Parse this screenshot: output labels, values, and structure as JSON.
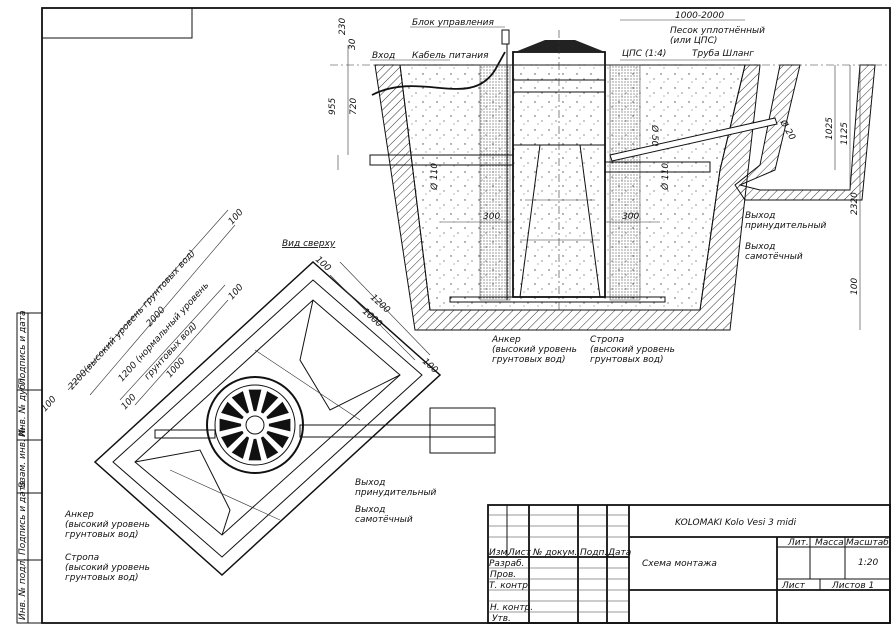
{
  "sheet": {
    "view_top_title": "Вид сверху",
    "side_stamp": [
      "Подпись и дата",
      "Инв. № дубл.",
      "Взам. инв. №",
      "Подпись и дата",
      "Инв. № подл."
    ]
  },
  "section": {
    "labels": {
      "control_unit": "Блок управления",
      "inlet": "Вход",
      "power_cable": "Кабель питания",
      "sand": "Песок уплотнённый",
      "sand2": "(или ЦПС)",
      "cps": "ЦПС (1:4)",
      "pipe_hose": "Труба Шланг",
      "outlet_forced": "Выход",
      "outlet_forced2": "принудительный",
      "outlet_gravity": "Выход",
      "outlet_gravity2": "самотёчный",
      "anchor": "Анкер",
      "anchor2": "(высокий уровень",
      "anchor3": "грунтовых вод)",
      "strap": "Стропа",
      "strap2": "(высокий уровень",
      "strap3": "грунтовых вод)"
    },
    "dims": {
      "d230": "230",
      "d30": "30",
      "d955": "955",
      "d720": "720",
      "d1000_2000": "1000-2000",
      "d110a": "Ø 110",
      "d110b": "Ø 110",
      "d50": "Ø 50",
      "d20": "Ø 20",
      "d300a": "300",
      "d300b": "300",
      "d1025": "1025",
      "d1125": "1125",
      "d2320": "2320",
      "d100": "100"
    }
  },
  "top_view": {
    "dims": {
      "d2200": "2200(высокий уровень грунтовых вод)",
      "d2000": "2000",
      "d1200n": "1200 (нормальный уровень",
      "d1200n2": "грунтовых вод)",
      "d1000a": "1000",
      "d1200": "1200",
      "d1000b": "1000",
      "d100a": "100",
      "d100b": "100",
      "d100c": "100",
      "d100d": "100",
      "d100e": "100",
      "d100f": "100"
    },
    "labels": {
      "outlet_forced": "Выход",
      "outlet_forced2": "принудительный",
      "outlet_gravity": "Выход",
      "outlet_gravity2": "самотёчный",
      "anchor": "Анкер",
      "anchor2": "(высокий уровень",
      "anchor3": "грунтовых вод)",
      "strap": "Стропа",
      "strap2": "(высокий уровень",
      "strap3": "грунтовых вод)"
    }
  },
  "title_block": {
    "product": "KOLOMAKI Kolo Vesi 3 midi",
    "drawing_title": "Схема монтажа",
    "col_izm": "Изм.",
    "col_list": "Лист",
    "col_doc": "№ докум.",
    "col_sign": "Подп.",
    "col_date": "Дата",
    "razrab": "Разраб.",
    "prov": "Пров.",
    "tkontr": "Т. контр.",
    "nkontr": "Н. контр.",
    "utv": "Утв.",
    "lit": "Лит.",
    "massa": "Масса",
    "masshtab": "Масштаб",
    "scale": "1:20",
    "sheet": "Лист",
    "sheets": "Листов 1"
  }
}
